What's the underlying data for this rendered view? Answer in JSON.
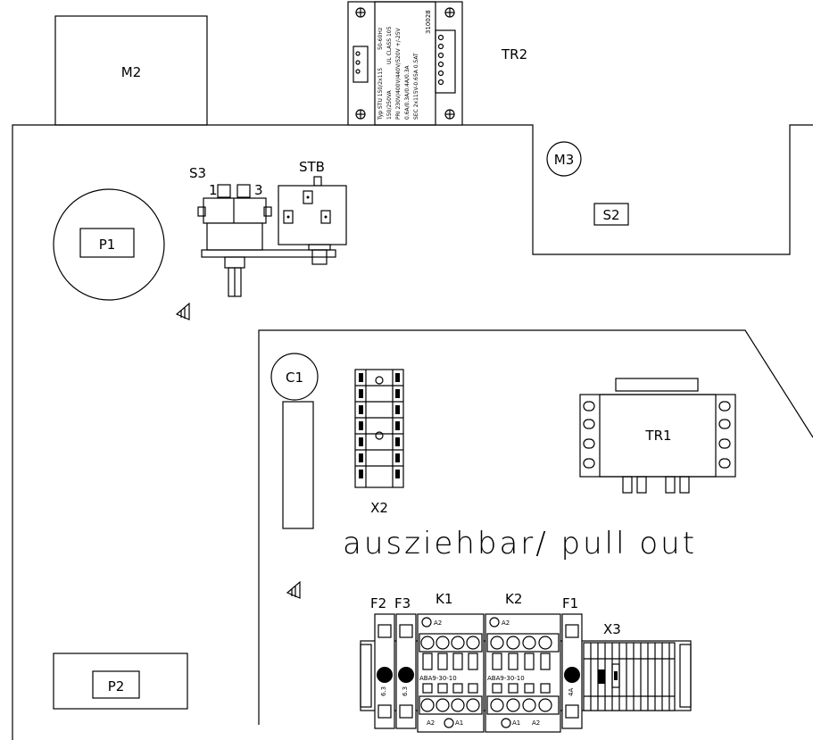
{
  "labels": {
    "m2": "M2",
    "tr2": "TR2",
    "m3": "M3",
    "s2": "S2",
    "s3": "S3",
    "stb": "STB",
    "s3_pin1": "1",
    "s3_pin3": "3",
    "p1": "P1",
    "c1": "C1",
    "x2": "X2",
    "tr1": "TR1",
    "pull_out": "ausziehbar/ pull out",
    "f2": "F2",
    "f3": "F3",
    "k1": "K1",
    "k2": "K2",
    "f1": "F1",
    "x3": "X3",
    "p2": "P2"
  },
  "tr2_plate": {
    "serial": "310028",
    "line1": "Typ STU 150/2x115",
    "line1b": "50-60Hz",
    "line2": "150/250VA",
    "line2b": "UL CLASS 105",
    "line3": "PRI 230V/400V/440V/520V +/-25V",
    "line4": "0.6A/0.3A/0.4A/0.3A",
    "line5": "SEC 2x115V-0.65A 0.5AT"
  },
  "k1": {
    "model": "ABA9-30-10",
    "terminal_a2": "A2",
    "terminal_a1": "A1"
  },
  "k2": {
    "model": "ABA9-30-10",
    "terminal_a2": "A2",
    "terminal_a1": "A1"
  },
  "fuses": {
    "f2_rating": "6.3",
    "f3_rating": "6.3",
    "f1_rating": "4A"
  }
}
